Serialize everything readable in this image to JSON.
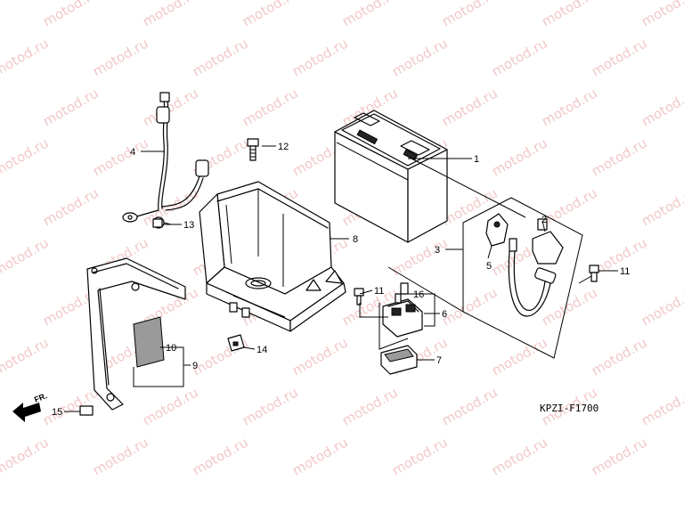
{
  "watermark": "motod.ru",
  "diagram_code": "KPZI-F1700",
  "direction_marker": "FR.",
  "callouts": {
    "c1": "1",
    "c2": "2",
    "c3": "3",
    "c4": "4",
    "c5": "5",
    "c6": "6",
    "c7": "7",
    "c8": "8",
    "c9": "9",
    "c10": "10",
    "c11a": "11",
    "c11b": "11",
    "c12": "12",
    "c13": "13",
    "c14": "14",
    "c15": "15",
    "c16": "16"
  }
}
